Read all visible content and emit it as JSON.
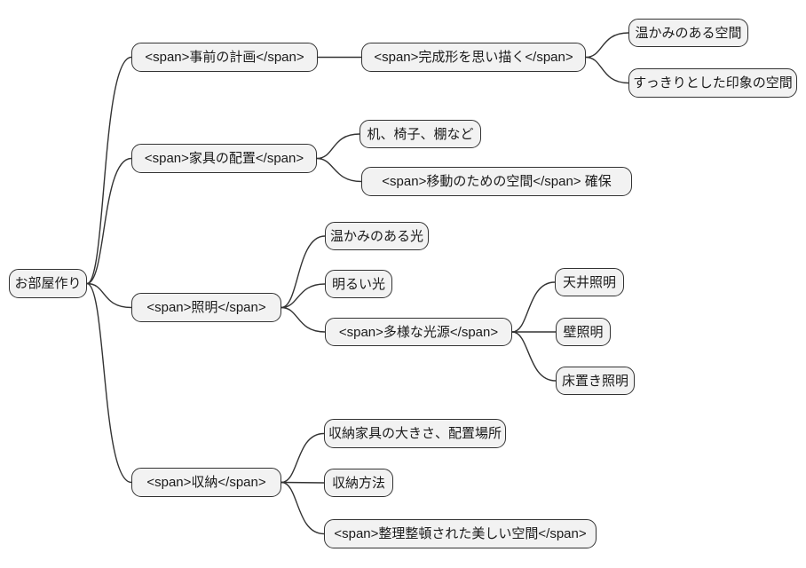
{
  "diagram": {
    "type": "mindmap",
    "colors": {
      "background": "#ffffff",
      "node_fill": "#f2f2f2",
      "node_border": "#333333",
      "edge": "#333333",
      "text": "#1a1a1a"
    },
    "tree": {
      "label": "お部屋作り",
      "children": [
        {
          "label": "<span>事前の計画</span>",
          "children": [
            {
              "label": "<span>完成形を思い描く</span>",
              "children": [
                {
                  "label": "温かみのある空間"
                },
                {
                  "label": "すっきりとした印象の空間"
                }
              ]
            }
          ]
        },
        {
          "label": "<span>家具の配置</span>",
          "children": [
            {
              "label": "机、椅子、棚など"
            },
            {
              "label": "<span>移動のための空間</span> 確保"
            }
          ]
        },
        {
          "label": "<span>照明</span>",
          "children": [
            {
              "label": "温かみのある光"
            },
            {
              "label": "明るい光"
            },
            {
              "label": "<span>多様な光源</span>",
              "children": [
                {
                  "label": "天井照明"
                },
                {
                  "label": "壁照明"
                },
                {
                  "label": "床置き照明"
                }
              ]
            }
          ]
        },
        {
          "label": "<span>収納</span>",
          "children": [
            {
              "label": "収納家具の大きさ、配置場所"
            },
            {
              "label": "収納方法"
            },
            {
              "label": "<span>整理整頓された美しい空間</span>"
            }
          ]
        }
      ]
    }
  }
}
